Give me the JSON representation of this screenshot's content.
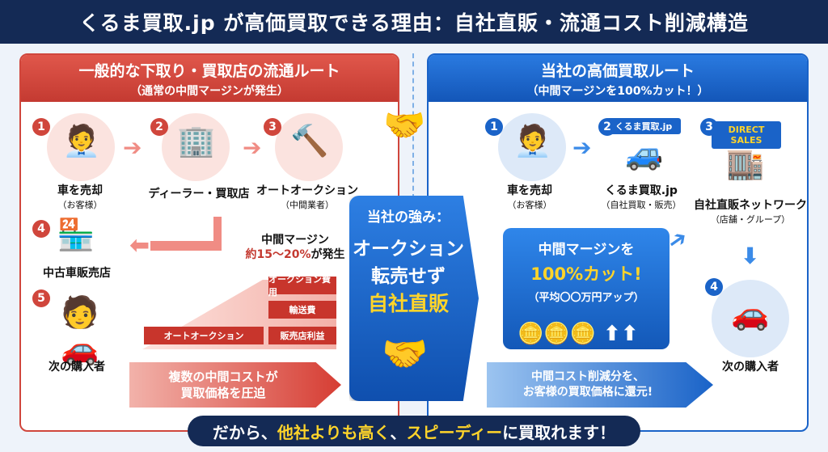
{
  "title": "くるま買取.jp が高価買取できる理由：自社直販・流通コスト削減構造",
  "left": {
    "head1": "一般的な下取り・買取店の流通ルート",
    "head2": "（通常の中間マージンが発生）",
    "steps": [
      {
        "num": "1",
        "label": "車を売却",
        "sub": "（お客様）"
      },
      {
        "num": "2",
        "label": "ディーラー・買取店",
        "sub": ""
      },
      {
        "num": "3",
        "label": "オートオークション",
        "sub": "（中間業者）"
      },
      {
        "num": "4",
        "label": "中古車販売店",
        "sub": ""
      },
      {
        "num": "5",
        "label": "次の購入者",
        "sub": ""
      }
    ],
    "margin_line1": "中間マージン",
    "margin_line2_red": "約15〜20%",
    "margin_line2_rest": "が発生",
    "stack": [
      "オークション費用",
      "輸送費",
      "オートオークション",
      "販売店利益"
    ],
    "band1": "複数の中間コストが",
    "band2": "買取価格を圧迫"
  },
  "center": {
    "h": "当社の強み：",
    "m1": "オークション",
    "m2": "転売せず",
    "m3": "自社直販"
  },
  "right": {
    "head1": "当社の高価買取ルート",
    "head2": "（中間マージンを100%カット！）",
    "steps": [
      {
        "num": "1",
        "label": "車を売却",
        "sub": "（お客様）"
      },
      {
        "num": "2",
        "label": "くるま買取.jp",
        "sub": "（自社買取・販売）"
      },
      {
        "num": "3",
        "label": "自社直販ネットワーク",
        "sub": "（店舗・グループ）"
      },
      {
        "num": "4",
        "label": "次の購入者",
        "sub": ""
      }
    ],
    "sign_kuruma": "くるま買取.jp",
    "sign_direct1": "DIRECT",
    "sign_direct2": "SALES",
    "cut_a": "中間マージンを",
    "cut_b": "100%カット!",
    "cut_c": "（平均〇〇万円アップ）",
    "band1": "中間コスト削減分を、",
    "band2": "お客様の買取価格に還元!"
  },
  "footer": {
    "p1": "だから、",
    "p2": "他社よりも高く",
    "p3": "、",
    "p4": "スピーディー",
    "p5": "に買取れます！"
  }
}
